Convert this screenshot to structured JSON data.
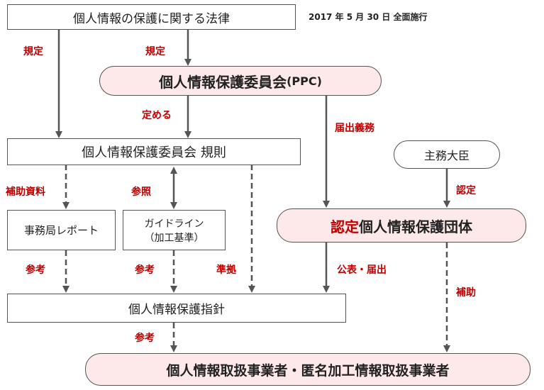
{
  "nodes": {
    "law": "個人情報の保護に関する法律",
    "ppc": "個人情報保護委員会",
    "ppc_suffix": "(PPC)",
    "rules": "個人情報保護委員会 規則",
    "minister": "主務大臣",
    "report": "事務局レポート",
    "guideline_line1": "ガイドライン",
    "guideline_line2": "（加工基準）",
    "certified_prefix": "認定",
    "certified_main": "個人情報保護団体",
    "guidelines": "個人情報保護指針",
    "business": "個人情報取扱事業者・匿名加工情報取扱事業者"
  },
  "note": "2017 年 5 月 30 日 全面施行",
  "edge_labels": {
    "regulate_left": "規定",
    "regulate_right": "規定",
    "define": "定める",
    "notify_duty": "届出義務",
    "supplementary": "補助資料",
    "reference_guideline": "参照",
    "certify": "認定",
    "ref_report": "参考",
    "ref_guideline": "参考",
    "comply": "準拠",
    "publish_notify": "公表・届出",
    "support": "補助",
    "ref_business": "参考"
  },
  "colors": {
    "label_red": "#c00000",
    "pill_fill": "#fde8ea",
    "arrow": "#555555"
  }
}
